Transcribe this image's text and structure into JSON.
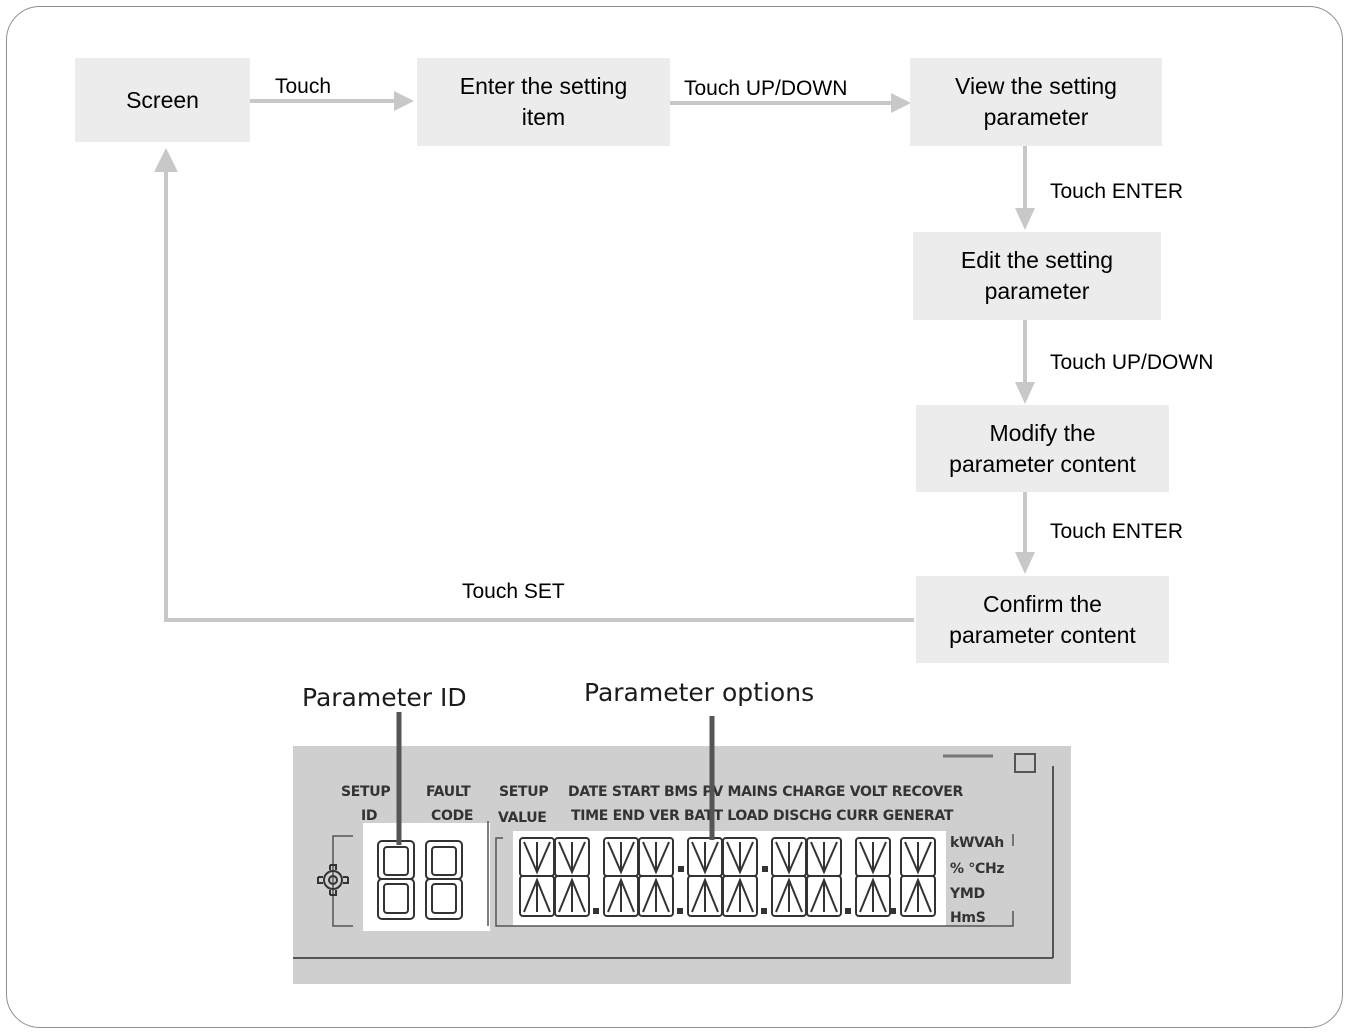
{
  "flow": {
    "screen": "Screen",
    "enter_item": "Enter the setting\nitem",
    "view_param": "View the setting\nparameter",
    "edit_param": "Edit the setting\nparameter",
    "modify_content": "Modify the\nparameter content",
    "confirm_content": "Confirm the\nparameter content"
  },
  "edges": {
    "touch": "Touch",
    "touch_up_down_1": "Touch UP/DOWN",
    "touch_enter_1": "Touch ENTER",
    "touch_up_down_2": "Touch UP/DOWN",
    "touch_enter_2": "Touch ENTER",
    "touch_set": "Touch SET"
  },
  "callouts": {
    "parameter_id": "Parameter ID",
    "parameter_options": "Parameter options"
  },
  "lcd": {
    "setup_id_1": "SETUP",
    "setup_id_2": "ID",
    "fault_1": "FAULT",
    "fault_2": "CODE",
    "setup_value_1": "SETUP",
    "setup_value_2": "VALUE",
    "top_row": "DATE START BMS  PV MAINS CHARGE VOLT RECOVER",
    "bottom_row": "TIME  END  VER  BATT LOAD  DISCHG CURR GENERAT",
    "unit_1": "kWVAh",
    "unit_2": "% ℃Hz",
    "unit_3": "YMD",
    "unit_4": "HmS"
  },
  "colors": {
    "box_bg": "#ececec",
    "arrow": "#c8c8c8",
    "lcd_bg": "#cfcfcf"
  }
}
